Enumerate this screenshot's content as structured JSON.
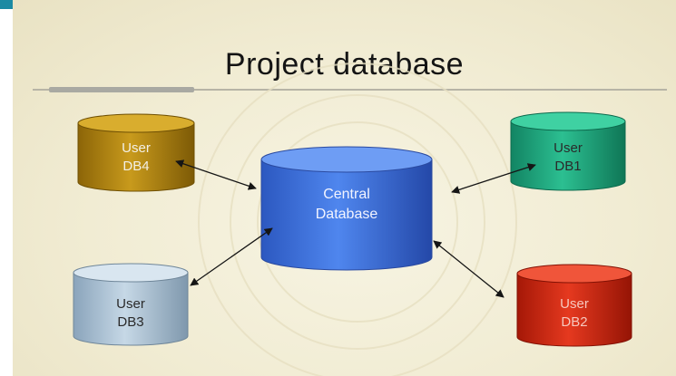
{
  "title": "Project database",
  "central": {
    "line1": "Central",
    "line2": "Database",
    "color": "#3a6fd8"
  },
  "nodes": [
    {
      "key": "db4",
      "line1": "User",
      "line2": "DB4",
      "color": "#b88a12"
    },
    {
      "key": "db1",
      "line1": "User",
      "line2": "DB1",
      "color": "#22a77f"
    },
    {
      "key": "db3",
      "line1": "User",
      "line2": "DB3",
      "color": "#a8c1d6"
    },
    {
      "key": "db2",
      "line1": "User",
      "line2": "DB2",
      "color": "#d42a16"
    }
  ],
  "connections": [
    {
      "from": "db4",
      "to": "central",
      "bidirectional": true
    },
    {
      "from": "db1",
      "to": "central",
      "bidirectional": true
    },
    {
      "from": "db3",
      "to": "central",
      "bidirectional": true
    },
    {
      "from": "db2",
      "to": "central",
      "bidirectional": true
    }
  ]
}
